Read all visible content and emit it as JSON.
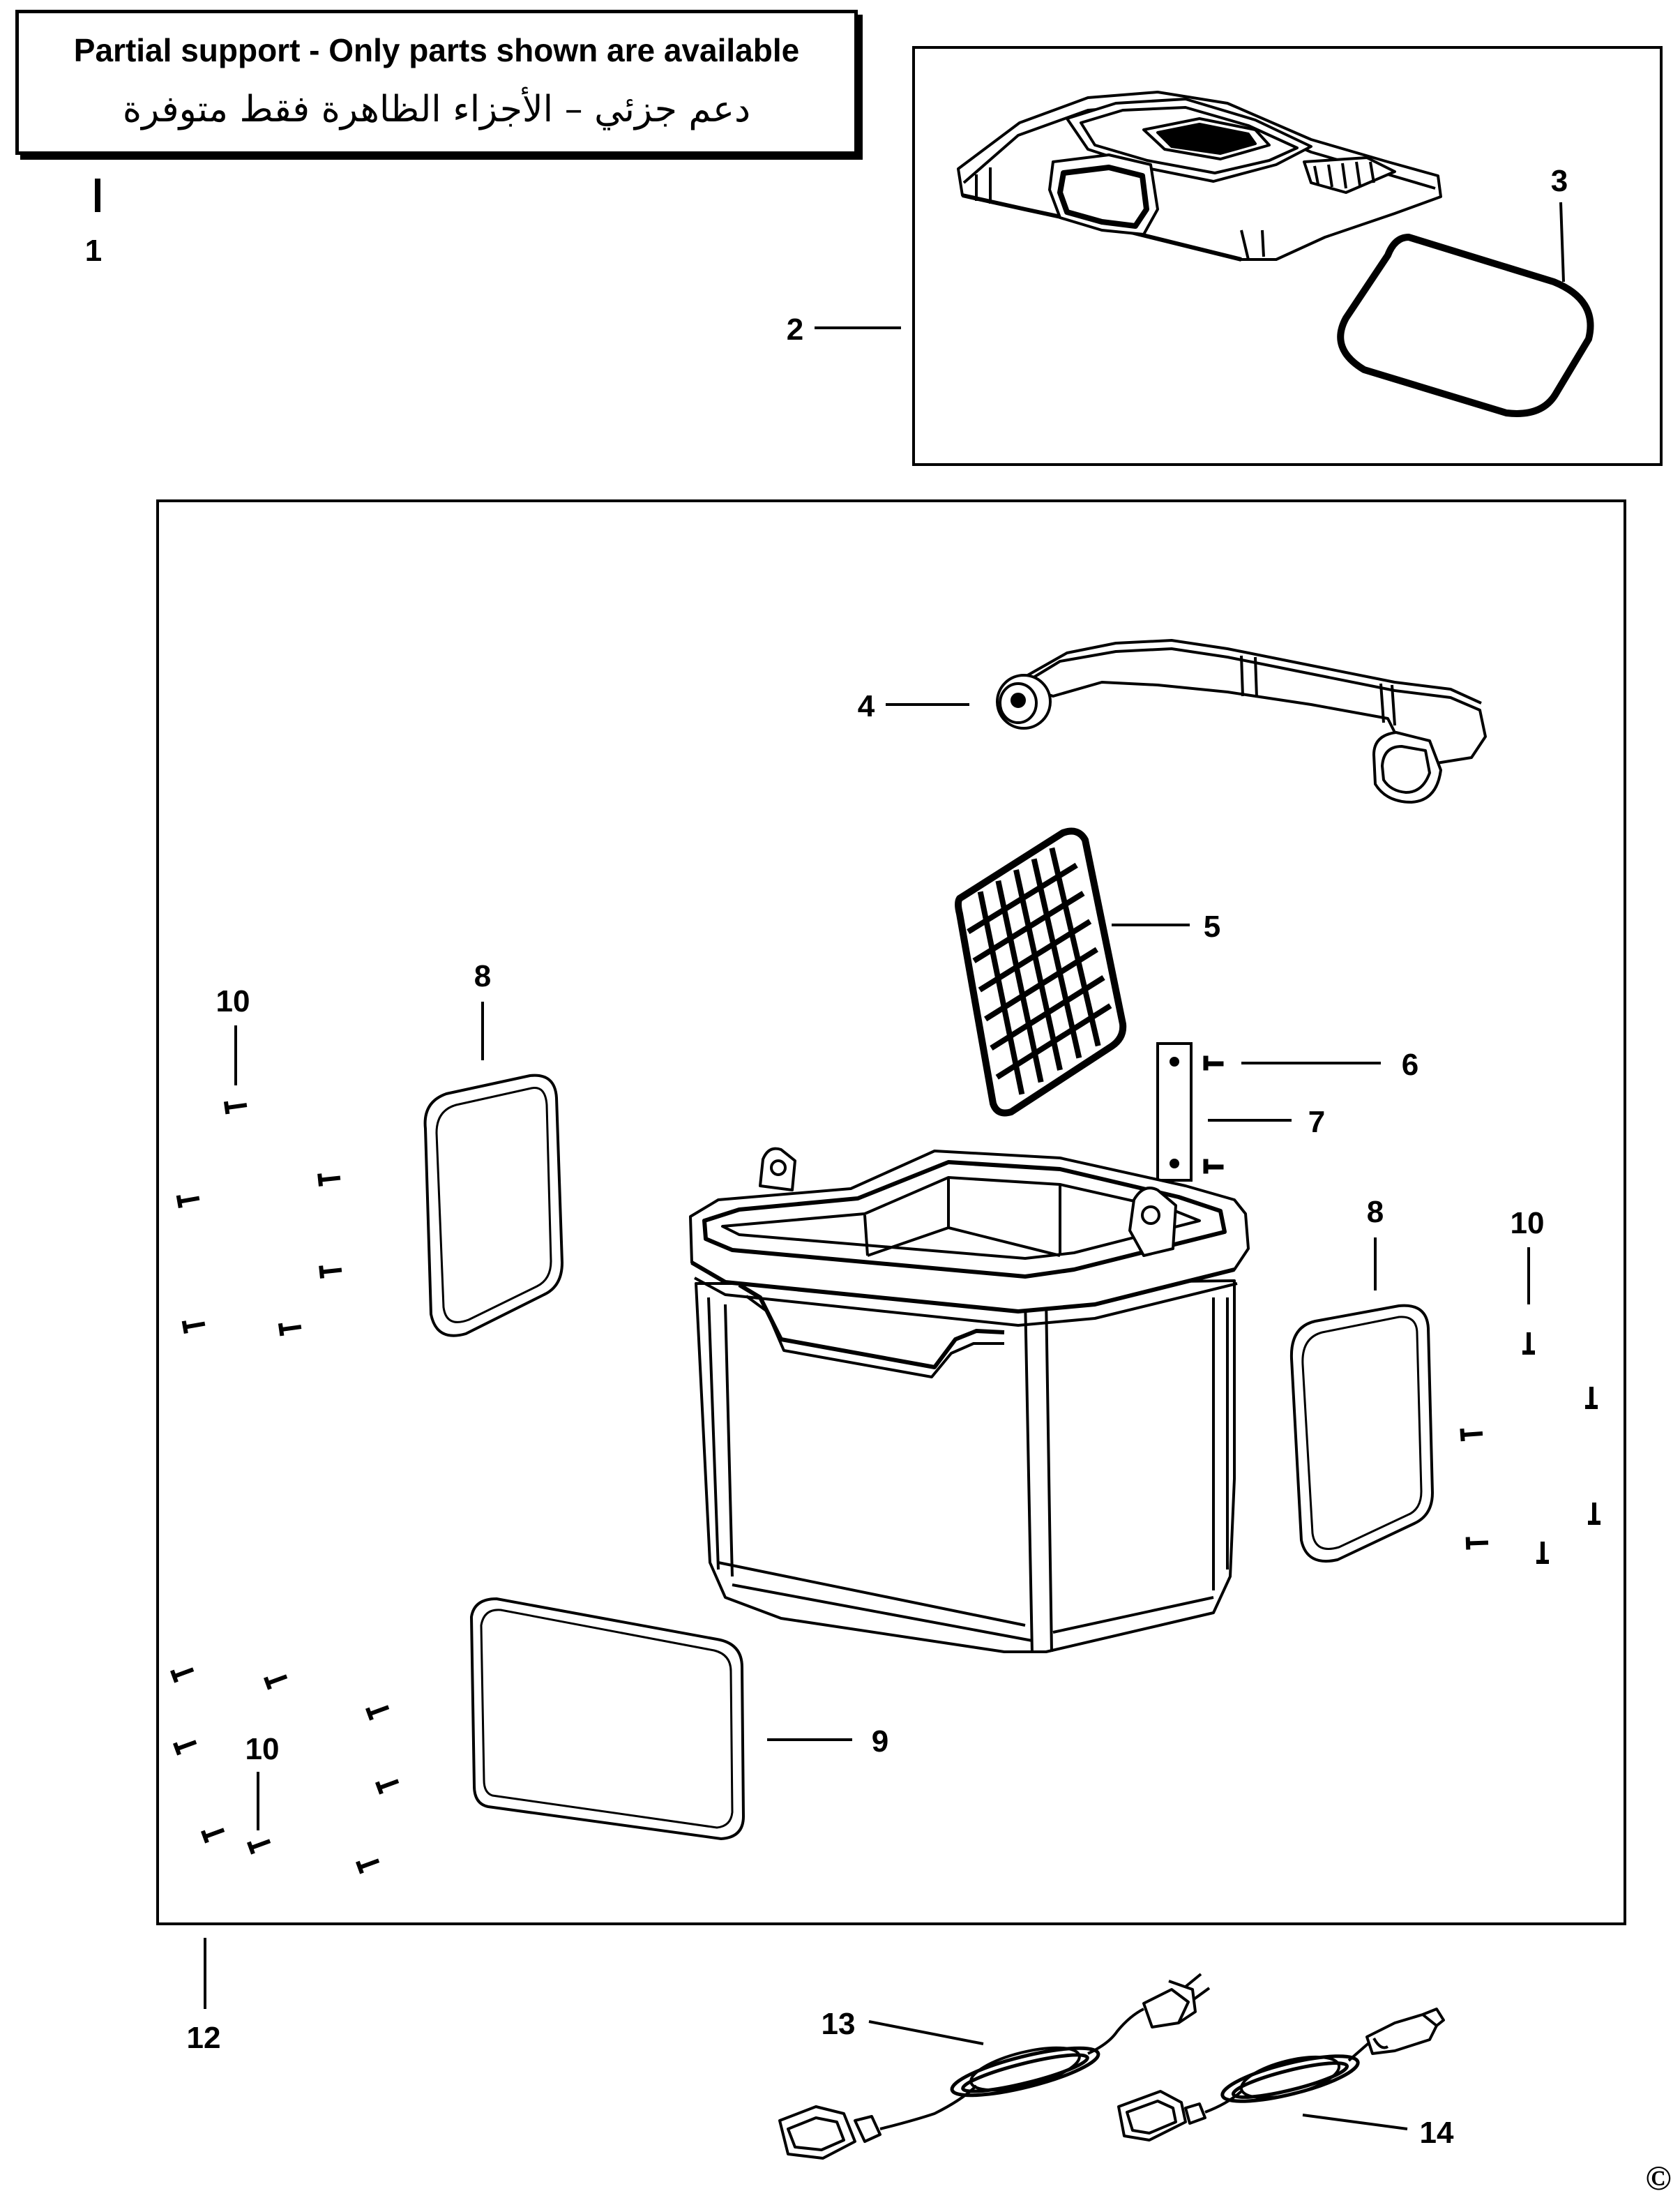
{
  "notice": {
    "english": "Partial support - Only parts shown are available",
    "arabic": "دعم جزئي – الأجزاء الظاهرة فقط متوفرة"
  },
  "callouts": {
    "c1": "1",
    "c2": "2",
    "c3": "3",
    "c4": "4",
    "c5": "5",
    "c6": "6",
    "c7": "7",
    "c8a": "8",
    "c8b": "8",
    "c9": "9",
    "c10a": "10",
    "c10b": "10",
    "c10c": "10",
    "c12": "12",
    "c13": "13",
    "c14": "14"
  },
  "copyright": "©"
}
